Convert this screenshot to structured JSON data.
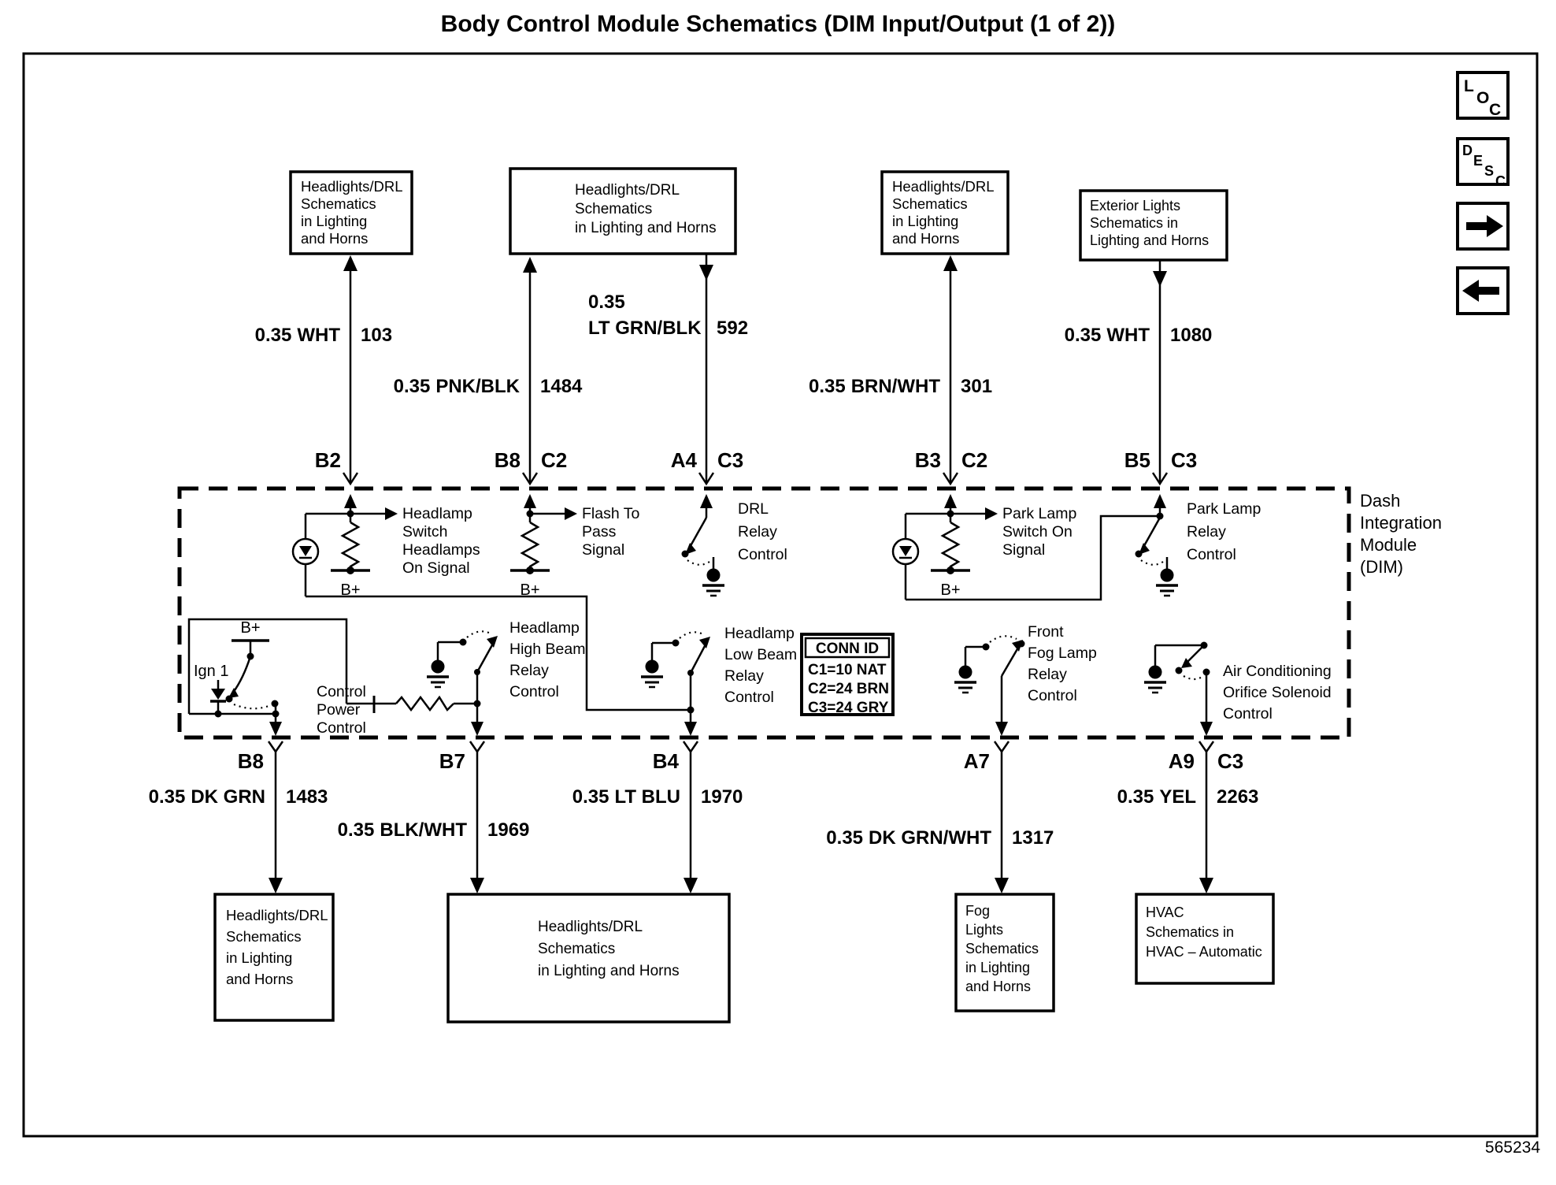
{
  "title": "Body Control Module Schematics (DIM Input/Output (1 of 2))",
  "plate_number": "565234",
  "nav": {
    "loc_letters": [
      "L",
      "O",
      "C"
    ],
    "desc_letters": [
      "D",
      "E",
      "S",
      "C"
    ]
  },
  "top_refs": [
    {
      "lines": [
        "Headlights/DRL",
        "Schematics",
        "in Lighting",
        "and Horns"
      ]
    },
    {
      "lines": [
        "Headlights/DRL",
        "Schematics",
        "in Lighting and Horns"
      ]
    },
    {
      "lines": [
        "Headlights/DRL",
        "Schematics",
        "in Lighting",
        "and Horns"
      ]
    },
    {
      "lines": [
        "Exterior Lights",
        "Schematics in",
        "Lighting and Horns"
      ]
    }
  ],
  "bottom_refs": [
    {
      "lines": [
        "Headlights/DRL",
        "Schematics",
        "in Lighting",
        "and Horns"
      ]
    },
    {
      "lines": [
        "Headlights/DRL",
        "Schematics",
        "in Lighting and Horns"
      ]
    },
    {
      "lines": [
        "Fog",
        "Lights",
        "Schematics",
        "in Lighting",
        "and Horns"
      ]
    },
    {
      "lines": [
        "HVAC",
        "Schematics in",
        "HVAC – Automatic"
      ]
    }
  ],
  "top_wires": [
    {
      "size": "0.35",
      "color": "WHT",
      "circuit": "103",
      "pin": "B2"
    },
    {
      "size": "0.35",
      "color": "PNK/BLK",
      "circuit": "1484",
      "pin": "B8",
      "connector": "C2"
    },
    {
      "size": "0.35",
      "color": "LT GRN/BLK",
      "circuit": "592",
      "pin": "A4",
      "connector": "C3"
    },
    {
      "size": "0.35",
      "color": "BRN/WHT",
      "circuit": "301",
      "pin": "B3",
      "connector": "C2"
    },
    {
      "size": "0.35",
      "color": "WHT",
      "circuit": "1080",
      "pin": "B5",
      "connector": "C3"
    }
  ],
  "bottom_wires": [
    {
      "size": "0.35",
      "color": "DK GRN",
      "circuit": "1483",
      "pin": "B8"
    },
    {
      "size": "0.35",
      "color": "BLK/WHT",
      "circuit": "1969",
      "pin": "B7"
    },
    {
      "size": "0.35",
      "color": "LT BLU",
      "circuit": "1970",
      "pin": "B4"
    },
    {
      "size": "0.35",
      "color": "DK GRN/WHT",
      "circuit": "1317",
      "pin": "A7"
    },
    {
      "size": "0.35",
      "color": "YEL",
      "circuit": "2263",
      "pin": "A9",
      "connector": "C3"
    }
  ],
  "module": {
    "name_lines": [
      "Dash",
      "Integration",
      "Module",
      "(DIM)"
    ],
    "b_plus": "B+",
    "ign": "Ign 1",
    "signals": [
      {
        "lines": [
          "Headlamp",
          "Switch",
          "Headlamps",
          "On Signal"
        ]
      },
      {
        "lines": [
          "Flash To",
          "Pass",
          "Signal"
        ]
      },
      {
        "lines": [
          "DRL",
          "Relay",
          "Control"
        ]
      },
      {
        "lines": [
          "Park Lamp",
          "Switch On",
          "Signal"
        ]
      },
      {
        "lines": [
          "Park Lamp",
          "Relay",
          "Control"
        ]
      },
      {
        "lines": [
          "Control",
          "Power",
          "Control"
        ]
      },
      {
        "lines": [
          "Headlamp",
          "High Beam",
          "Relay",
          "Control"
        ]
      },
      {
        "lines": [
          "Headlamp",
          "Low Beam",
          "Relay",
          "Control"
        ]
      },
      {
        "lines": [
          "Front",
          "Fog Lamp",
          "Relay",
          "Control"
        ]
      },
      {
        "lines": [
          "Air Conditioning",
          "Orifice Solenoid",
          "Control"
        ]
      }
    ],
    "conn_id": {
      "title": "CONN ID",
      "rows": [
        "C1=10 NAT",
        "C2=24 BRN",
        "C3=24 GRY"
      ]
    }
  }
}
